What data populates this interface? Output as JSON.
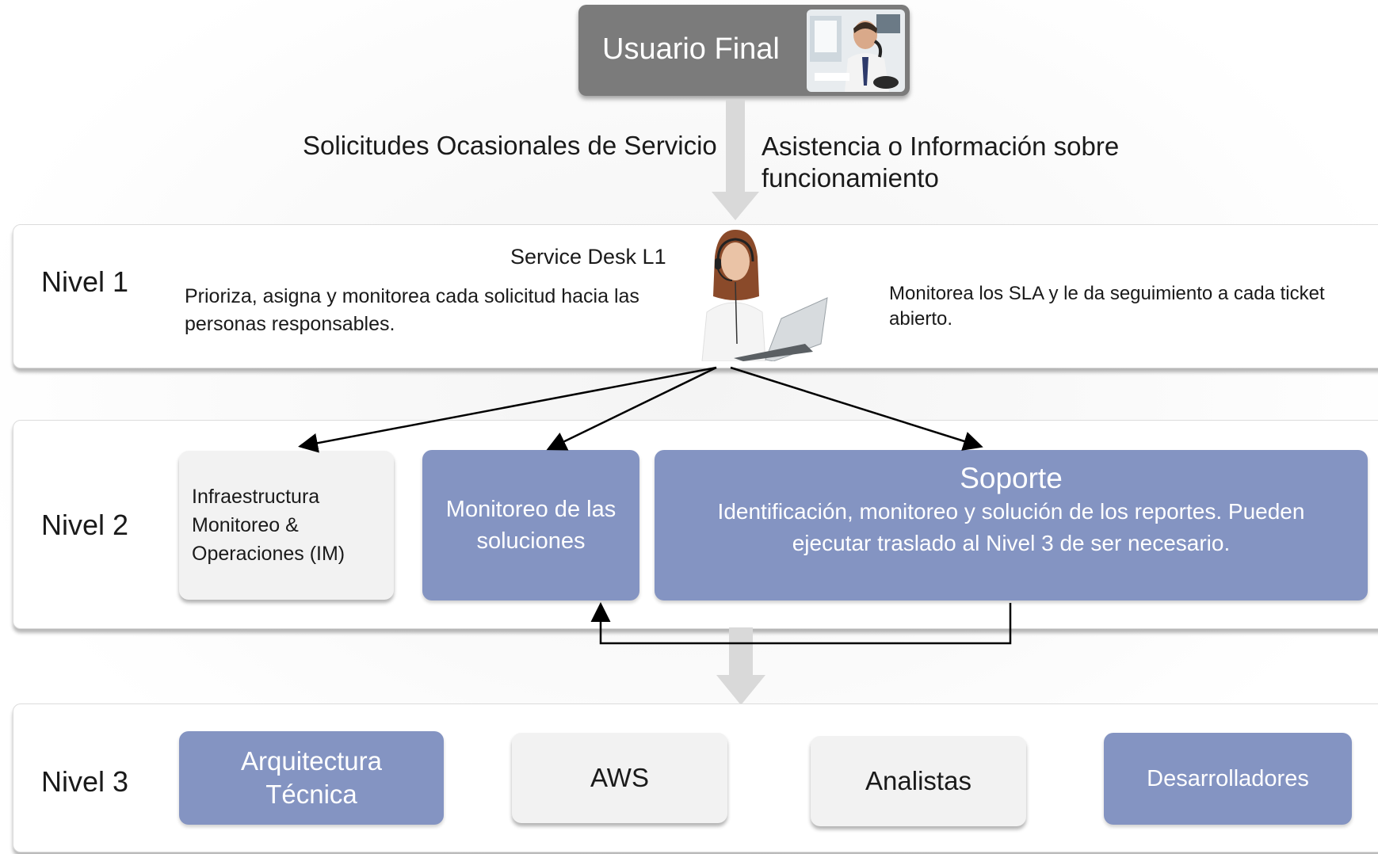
{
  "top": {
    "title": "Usuario Final",
    "left_request": "Solicitudes Ocasionales de Servicio",
    "right_request": "Asistencia o Información sobre funcionamiento"
  },
  "nivel1": {
    "label": "Nivel 1",
    "title": "Service Desk L1",
    "left_text": "Prioriza, asigna y monitorea cada solicitud hacia las personas responsables.",
    "right_text": "Monitorea los SLA y le da seguimiento a cada ticket abierto."
  },
  "nivel2": {
    "label": "Nivel 2",
    "infra": "Infraestructura Monitoreo & Operaciones (IM)",
    "monitoreo": "Monitoreo de las soluciones",
    "soporte_title": "Soporte",
    "soporte_text": "Identificación, monitoreo y solución de los reportes.  Pueden ejecutar traslado al Nivel 3 de ser necesario."
  },
  "nivel3": {
    "label": "Nivel 3",
    "arquitectura": "Arquitectura Técnica",
    "aws": "AWS",
    "analistas": "Analistas",
    "desarrolladores": "Desarrolladores"
  },
  "colors": {
    "blue_box": "#8494c2",
    "gray_box": "#f2f2f2",
    "user_box": "#7b7b7b",
    "arrow_gray": "#d9d9d9"
  },
  "icons": {
    "user_photo": "person-on-phone-icon",
    "agent_photo": "headset-agent-icon"
  }
}
